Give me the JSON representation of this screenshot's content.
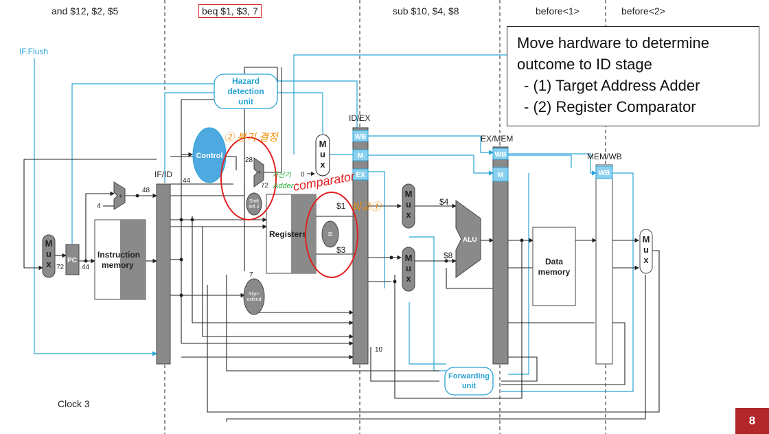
{
  "stage_instructions": {
    "if": "and $12, $2, $5",
    "id": "beq $1, $3, 7",
    "ex": "sub $10, $4, $8",
    "mem": "before<1>",
    "wb": "before<2>"
  },
  "labels": {
    "if_flush": "IF.Flush",
    "hazard_line1": "Hazard",
    "hazard_line2": "detection",
    "hazard_line3": "unit",
    "control": "Control",
    "if_id": "IF/ID",
    "id_ex": "ID/EX",
    "ex_mem": "EX/MEM",
    "mem_wb": "MEM/WB",
    "wb": "WB",
    "m": "M",
    "ex": "EX",
    "mux_m": "M",
    "mux_u": "u",
    "mux_x": "x",
    "pc": "PC",
    "instr_mem_1": "Instruction",
    "instr_mem_2": "memory",
    "registers": "Registers",
    "equal": "=",
    "alu": "ALU",
    "data_mem_1": "Data",
    "data_mem_2": "memory",
    "shift_1": "Shift",
    "shift_2": "left 2",
    "sign_1": "Sign-",
    "sign_2": "extend",
    "fwd_1": "Forwarding",
    "fwd_2": "unit",
    "clock": "Clock 3",
    "r1": "$1",
    "r3": "$3",
    "r4": "$4",
    "r8": "$8",
    "v48": "48",
    "v44a": "44",
    "v44b": "44",
    "v72a": "72",
    "v72b": "72",
    "v28": "28",
    "v4": "4",
    "v0": "0",
    "v7": "7",
    "v10": "10",
    "plus": "+"
  },
  "annotations": {
    "ann1": "② 분기 결정",
    "ann2": "가산기",
    "ann3": "Adder",
    "ann4": "comparator",
    "ann5": "비교①"
  },
  "callout": {
    "line1": "Move hardware to determine",
    "line2": "outcome to ID stage",
    "line3": "- (1) Target Address Adder",
    "line4": "- (2) Register Comparator"
  },
  "page_number": "8",
  "colors": {
    "blue": "#29a3d6",
    "gray": "#888888",
    "red": "#e0201f",
    "page_badge": "#b3262a"
  }
}
